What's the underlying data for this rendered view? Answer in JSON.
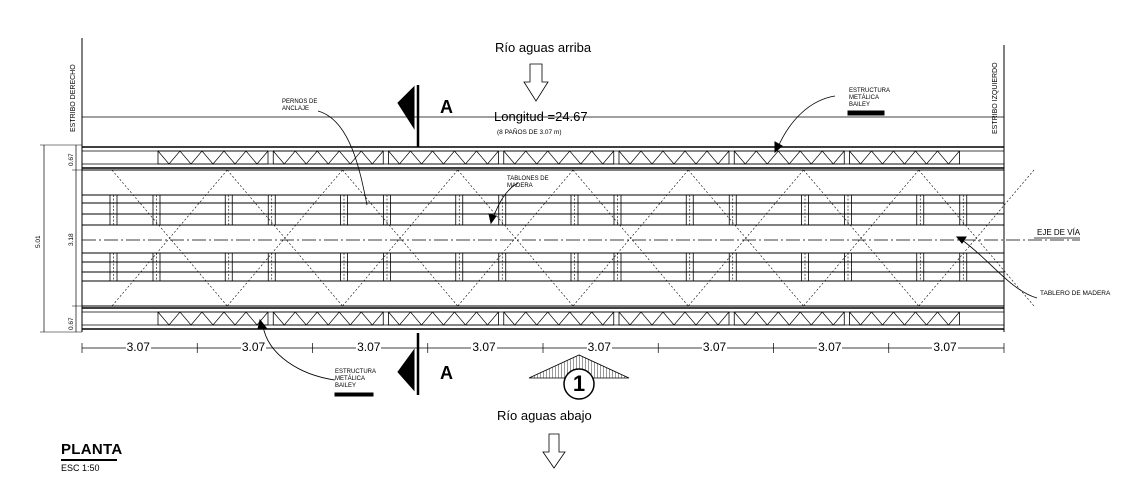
{
  "header": {
    "upstream": "Río aguas arriba",
    "downstream": "Río aguas abajo",
    "length": "Longitud =24.67",
    "spans_note": "(8 PAÑOS DE 3.07 m)"
  },
  "labels": {
    "left_abutment": "ESTRIBO  DERECHO",
    "right_abutment": "ESTRIBO  IZQUIERDO",
    "bolts_1": "PERNOS DE",
    "bolts_2": "ANCLAJE",
    "struct_top_1": "ESTRUCTURA",
    "struct_top_2": "METÁLICA",
    "struct_top_3": "BAILEY",
    "struct_bot_1": "ESTRUCTURA",
    "struct_bot_2": "METÁLICA",
    "struct_bot_3": "BAILEY",
    "planks_1": "TABLONES DE",
    "planks_2": "MADERA",
    "road_axis": "EJE DE VÍA",
    "deck": "TABLERO DE MADERA",
    "section_top": "A",
    "section_bot": "A",
    "elevation_mark": "1"
  },
  "dimensions": {
    "spans": [
      "3.07",
      "3.07",
      "3.07",
      "3.07",
      "3.07",
      "3.07",
      "3.07",
      "3.07"
    ],
    "total_width": "5.01",
    "deck_width": "3.18",
    "truss_top": "0.67",
    "truss_bot": "0.67"
  },
  "title_block": {
    "title": "PLANTA",
    "scale": "ESC  1:50"
  }
}
